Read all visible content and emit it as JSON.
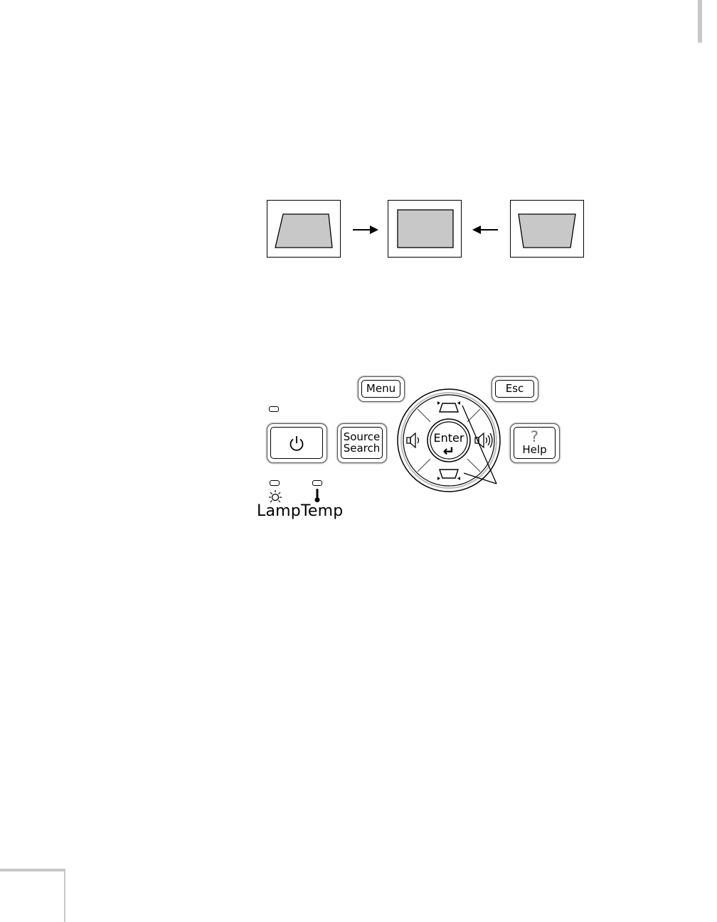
{
  "diagram": {
    "keystone_correction": {
      "frames": [
        {
          "label": "",
          "shape": "wide-bottom"
        },
        {
          "label": "",
          "shape": "rectangle"
        },
        {
          "label": "",
          "shape": "wide-top"
        }
      ],
      "arrows": [
        "right-arrow",
        "left-arrow"
      ],
      "image_fill": "#c8c8c8"
    },
    "control_panel": {
      "power_button": {
        "icon": "power-icon"
      },
      "menu_button": {
        "label": "Menu"
      },
      "esc_button": {
        "label": "Esc"
      },
      "source_search_button": {
        "label_line1": "Source",
        "label_line2": "Search"
      },
      "help_button": {
        "symbol": "?",
        "label": "Help"
      },
      "dpad": {
        "enter_label": "Enter",
        "enter_symbol": "↵",
        "up_icon": "keystone-up-icon",
        "down_icon": "keystone-down-icon",
        "left_icon": "volume-down-icon",
        "right_icon": "volume-up-icon"
      },
      "indicators": {
        "lamp_label": "Lamp",
        "temp_label": "Temp",
        "lamp_icon": "lamp-icon",
        "temp_icon": "thermometer-icon"
      }
    }
  }
}
